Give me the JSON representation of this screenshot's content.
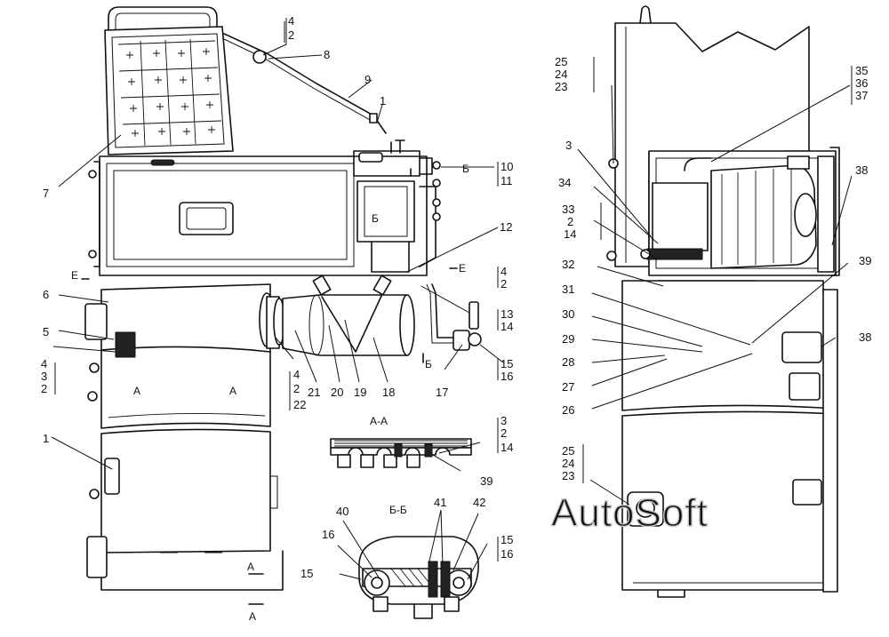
{
  "watermark": "AutoSoft",
  "section_views": {
    "a_a": "A-A",
    "b_b": "Б-Б"
  },
  "section_marks": {
    "a": "A",
    "b": "Б",
    "e": "E"
  },
  "callouts": {
    "c1": "1",
    "c2": "2",
    "c3": "3",
    "c4": "4",
    "c5": "5",
    "c6": "6",
    "c7": "7",
    "c8": "8",
    "c9": "9",
    "c10": "10",
    "c11": "11",
    "c12": "12",
    "c13": "13",
    "c14": "14",
    "c15": "15",
    "c16": "16",
    "c17": "17",
    "c18": "18",
    "c19": "19",
    "c20": "20",
    "c21": "21",
    "c22": "22",
    "c23": "23",
    "c24": "24",
    "c25": "25",
    "c26": "26",
    "c27": "27",
    "c28": "28",
    "c29": "29",
    "c30": "30",
    "c31": "31",
    "c32": "32",
    "c33": "33",
    "c34": "34",
    "c35": "35",
    "c36": "36",
    "c37": "37",
    "c38": "38",
    "c39": "39",
    "c40": "40",
    "c41": "41",
    "c42": "42"
  },
  "colors": {
    "line": "#111111",
    "paper": "#ffffff",
    "watermark": "#c8c8c8"
  }
}
